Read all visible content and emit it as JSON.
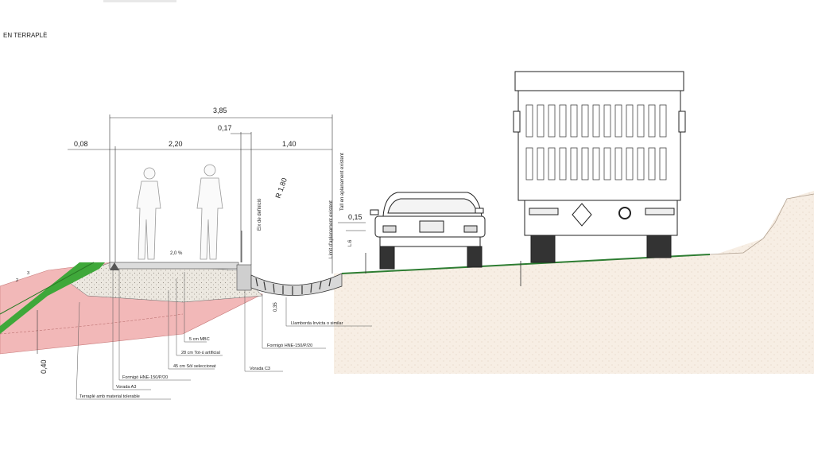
{
  "section_title": "EN TERRAPLÈ",
  "dimensions": {
    "total": "3,85",
    "left_edge": "0,08",
    "sidewalk": "2,20",
    "kerb": "0,17",
    "gutter": "1,40",
    "height_right": "0,15",
    "depth_left": "0,40",
    "depth_small": "0,35"
  },
  "annotations": {
    "slope_run": "3",
    "slope_rise": "2",
    "slope_pct": "2,0 %",
    "radius": "R 1,80",
    "line_definition": "Eix de definició",
    "existing_alignment": "Límit d'aplanament existent",
    "existing_slope": "Tall en aplanament existent",
    "level": "L.6"
  },
  "materials": [
    "5 cm MBC",
    "28 cm Tot-ú artificial",
    "45 cm Sòl seleccionat",
    "Formigó HNE-150/P/20",
    "Vorada A3",
    "Terraplè amb material tolerable",
    "Vorada C3",
    "Formigó HNE-150/P/20",
    "Llamborda Invicta o similar"
  ],
  "colors": {
    "embankment": "#f2b8b8",
    "grass": "#3fa83a",
    "gravel": "#e8e4dc",
    "ground": "#f5ebe0",
    "line": "#333333"
  }
}
